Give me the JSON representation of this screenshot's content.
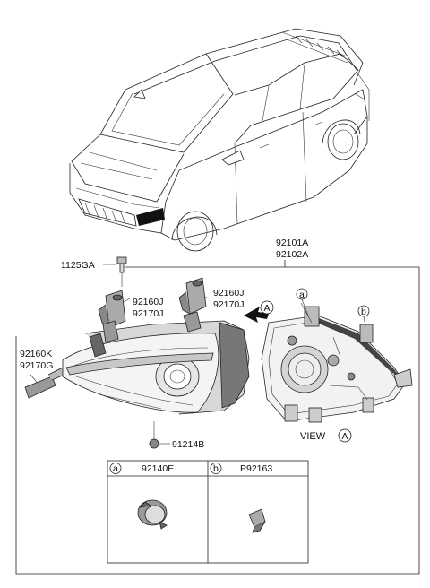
{
  "labels": {
    "assembly_1": "92101A",
    "assembly_2": "92102A",
    "screw": "1125GA",
    "bracket_top_left_1": "92160J",
    "bracket_top_left_2": "92170J",
    "bracket_top_right_1": "92160J",
    "bracket_top_right_2": "92170J",
    "side_bracket_1": "92160K",
    "side_bracket_2": "92170G",
    "bulb_cap": "91214B",
    "view_callout": "A",
    "view_word": "VIEW",
    "view_letter": "A",
    "detail_a": "a",
    "detail_b": "b"
  },
  "sub_table": {
    "col_a_letter": "a",
    "col_a_part": "92140E",
    "col_b_letter": "b",
    "col_b_part": "P92163"
  },
  "icons": [
    "car-outline-icon",
    "headlamp-icon",
    "screw-icon",
    "arrow-icon",
    "socket-ring-icon",
    "clip-icon"
  ],
  "colors": {
    "line": "#222222",
    "shade": "#cfcfcf",
    "dark": "#555555",
    "highlight": "#111111"
  }
}
